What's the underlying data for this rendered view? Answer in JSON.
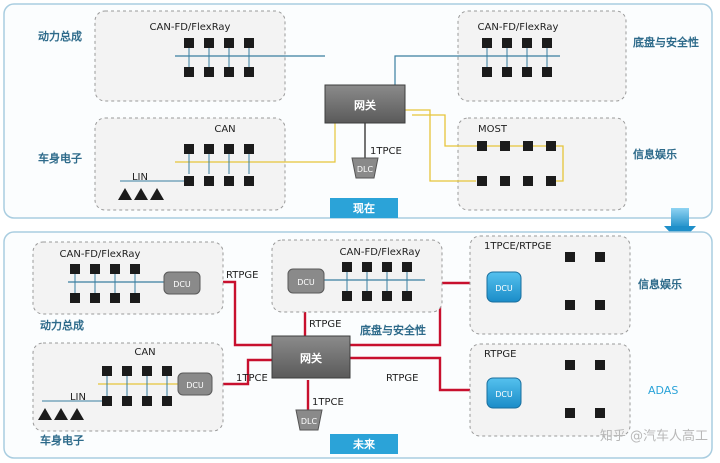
{
  "present": {
    "tag": "现在",
    "domains": {
      "powertrain": "动力总成",
      "chassis_safety": "底盘与安全性",
      "body_electronics": "车身电子",
      "infotainment": "信息娱乐"
    },
    "buses": {
      "powertrain_bus": "CAN-FD/FlexRay",
      "chassis_bus": "CAN-FD/FlexRay",
      "body_bus": "CAN",
      "lin_bus": "LIN",
      "infotainment_bus": "MOST"
    },
    "gateway": "网关",
    "diag_link": "1TPCE",
    "diag_port": "DLC"
  },
  "future": {
    "tag": "未来",
    "domains": {
      "powertrain": "动力总成",
      "chassis_safety": "底盘与安全性",
      "body_electronics": "车身电子",
      "infotainment": "信息娱乐",
      "adas": "ADAS"
    },
    "buses": {
      "powertrain_bus": "CAN-FD/FlexRay",
      "chassis_bus": "CAN-FD/FlexRay",
      "body_bus": "CAN",
      "lin_bus": "LIN",
      "infotainment_bus": "1TPCE/RTPGE",
      "adas_bus": "RTPGE"
    },
    "links": {
      "powertrain_link": "RTPGE",
      "chassis_link": "RTPGE",
      "body_link": "1TPCE",
      "adas_link": "RTPGE"
    },
    "dcu": "DCU",
    "gateway": "网关",
    "diag_link": "1TPCE",
    "diag_port": "DLC"
  },
  "watermark": "知乎 @汽车人高工",
  "colors": {
    "frame": "#a9cde0",
    "panel": "#f3f3f3",
    "gateway": "#6e6e6e",
    "dcu_gray": "#8a8a8a",
    "dcu_blue": "#2aa7e0",
    "ethernet": "#c8102e",
    "most": "#e6c53a",
    "bus": "#3a7fa0",
    "tag": "#2ba3d8"
  }
}
